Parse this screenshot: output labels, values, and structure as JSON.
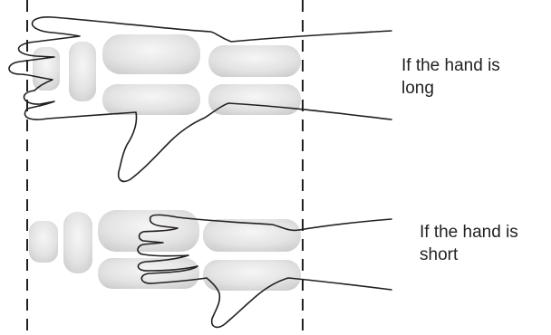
{
  "labels": {
    "long": {
      "line1": "If the hand is",
      "line2": "long"
    },
    "short": {
      "line1": "If the hand is",
      "line2": "short"
    }
  },
  "colors": {
    "stroke": "#231f20",
    "block_fill_center": "#f4f4f4",
    "block_fill_edge": "#cfcfcf",
    "guide": "#231f20"
  }
}
